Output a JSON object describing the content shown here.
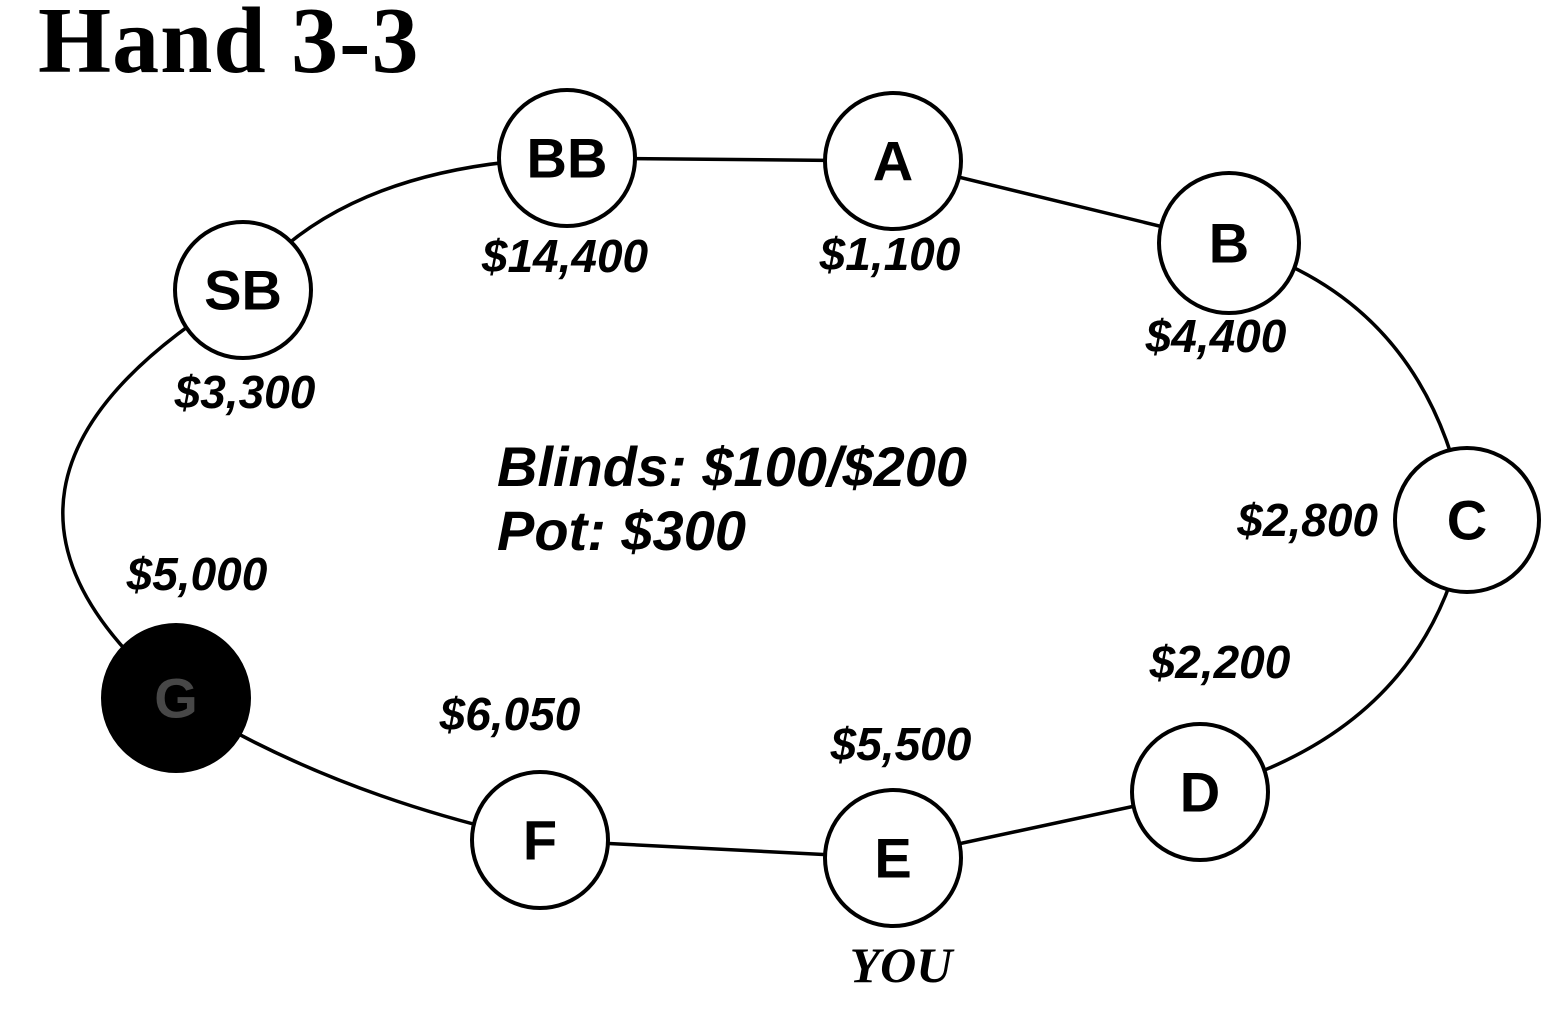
{
  "title": "Hand 3-3",
  "info": {
    "blinds_line": "Blinds: $100/$200",
    "pot_line": "Pot: $300"
  },
  "seats": [
    {
      "label": "BB",
      "stack": "$14,400"
    },
    {
      "label": "A",
      "stack": "$1,100"
    },
    {
      "label": "B",
      "stack": "$4,400"
    },
    {
      "label": "C",
      "stack": "$2,800"
    },
    {
      "label": "D",
      "stack": "$2,200"
    },
    {
      "label": "E",
      "stack": "$5,500",
      "subtitle": "YOU"
    },
    {
      "label": "F",
      "stack": "$6,050"
    },
    {
      "label": "G",
      "stack": "$5,000",
      "dealer_button": true
    },
    {
      "label": "SB",
      "stack": "$3,300"
    }
  ],
  "colors": {
    "background": "#ffffff",
    "line": "#000000",
    "seat_fill": "#ffffff",
    "dealer_seat_fill": "#000000"
  }
}
